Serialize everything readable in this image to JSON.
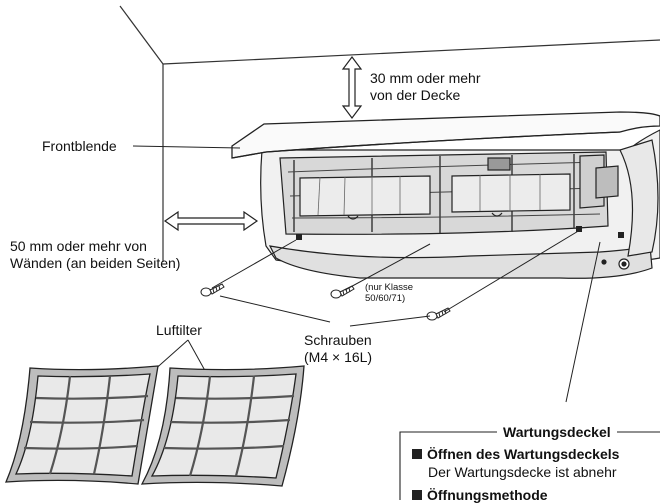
{
  "labels": {
    "clearance_ceiling": [
      "30 mm oder mehr",
      "von der Decke"
    ],
    "front_panel": "Frontblende",
    "clearance_walls": [
      "50 mm oder mehr von",
      "Wänden (an beiden Seiten)"
    ],
    "class_note": [
      "(nur Klasse",
      "50/60/71)"
    ],
    "screws": [
      "Schrauben",
      "(M4 × 16L)"
    ],
    "air_filter": "Luftilter"
  },
  "panel": {
    "title": "Wartungsdeckel",
    "open_heading": "Öffnen des Wartungsdeckels",
    "open_text": "Der Wartungsdecke ist abnehr",
    "method_heading": "Öffnungsmethode"
  }
}
